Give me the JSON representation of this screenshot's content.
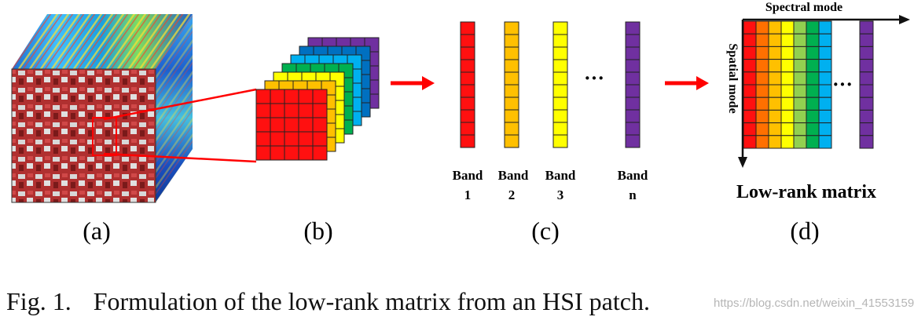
{
  "panel_labels": {
    "a": "(a)",
    "b": "(b)",
    "c": "(c)",
    "d": "(d)"
  },
  "bands": [
    {
      "label_top": "Band",
      "label_num": "1",
      "color": "#ff1010"
    },
    {
      "label_top": "Band",
      "label_num": "2",
      "color": "#ffc000"
    },
    {
      "label_top": "Band",
      "label_num": "3",
      "color": "#ffff00"
    },
    {
      "label_top": "Band",
      "label_num": "n",
      "color": "#7030a0"
    }
  ],
  "ellipsis": "···",
  "matrix": {
    "spectral_label": "Spectral mode",
    "spatial_label": "Spatial mode",
    "title": "Low-rank matrix",
    "ellipsis": "···"
  },
  "layer_colors": [
    "#ff1010",
    "#ffc000",
    "#ffff00",
    "#00b050",
    "#00b0f0",
    "#0070c0",
    "#7030a0"
  ],
  "matrix_column_colors": [
    "#ff1010",
    "#ff7000",
    "#ffc000",
    "#ffff00",
    "#92d050",
    "#00b050",
    "#00b0f0"
  ],
  "arrow_color": "#ff0000",
  "caption": {
    "fig": "Fig. 1.",
    "text": "Formulation of the low-rank matrix from an HSI patch."
  },
  "watermark": "https://blog.csdn.net/weixin_41553159"
}
